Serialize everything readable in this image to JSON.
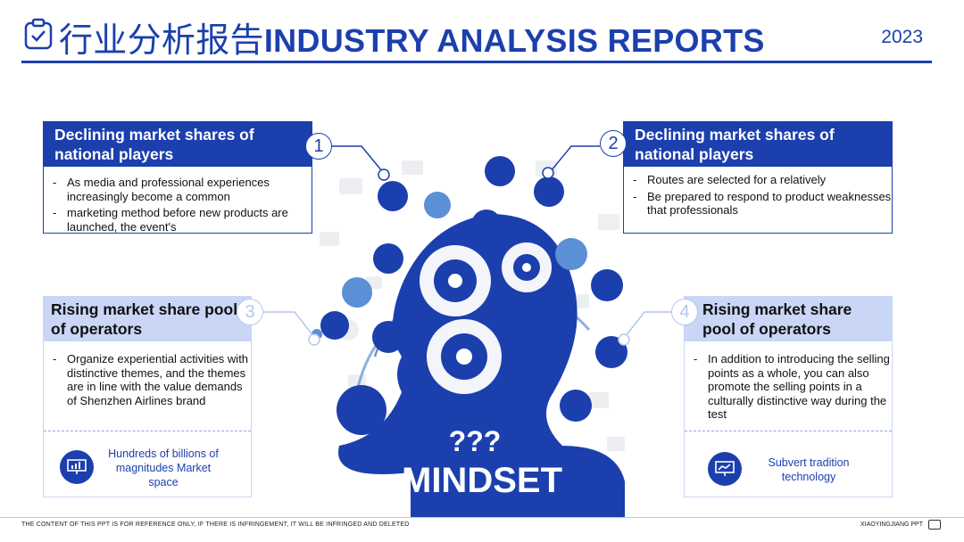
{
  "header": {
    "title_cn": "行业分析报告",
    "title_en": "INDUSTRY ANALYSIS REPORTS",
    "year": "2023"
  },
  "cards": [
    {
      "number": "1",
      "title": "Declining market shares of national players",
      "bullets": [
        "As media and professional experiences increasingly become a common",
        "marketing method before new products are launched, the event's"
      ]
    },
    {
      "number": "2",
      "title": "Declining market shares of national players",
      "bullets": [
        "Routes are selected for a relatively",
        "Be prepared to respond to product weaknesses that professionals"
      ]
    },
    {
      "number": "3",
      "title": "Rising market share pool of operators",
      "bullets": [
        "Organize experiential activities with distinctive themes, and the themes are in line with the value demands of Shenzhen Airlines brand"
      ],
      "stat": "Hundreds of billions of magnitudes Market space",
      "stat_icon": "chart-presentation-icon"
    },
    {
      "number": "4",
      "title": "Rising market share pool of operators",
      "bullets": [
        "In addition to introducing the selling points as a whole, you can also promote the selling points in a culturally distinctive way during the test"
      ],
      "stat": "Subvert tradition technology",
      "stat_icon": "presentation-board-icon"
    }
  ],
  "center": {
    "label": "MINDSET",
    "question_marks": "???"
  },
  "footer": {
    "disclaimer": "THE CONTENT OF THIS PPT IS FOR REFERENCE ONLY, IF THERE IS INFRINGEMENT, IT WILL BE INFRINGED AND DELETED",
    "brand": "XIAOYINGJIANG PPT"
  },
  "colors": {
    "primary": "#1c3fae",
    "light": "#c9d6f6",
    "accent": "#5b8fd6"
  }
}
